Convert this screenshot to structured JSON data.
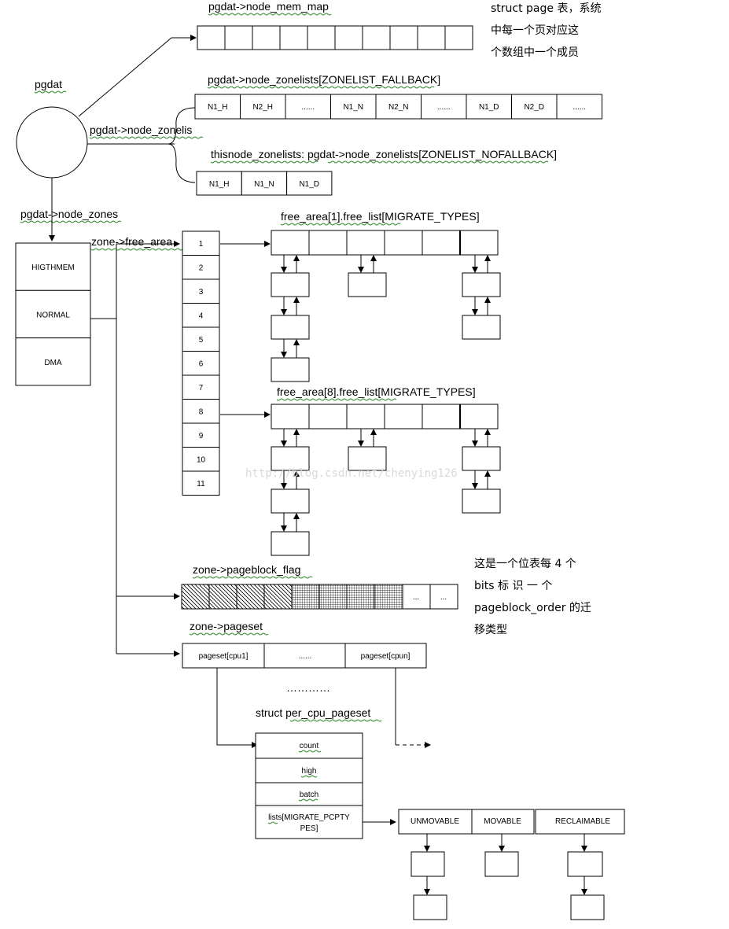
{
  "pgdat_label": "pgdat",
  "node_mem_map_label": "pgdat->node_mem_map",
  "struct_page_note": "struct page 表，系统\n中每一个页对应这\n个数组中一个成员",
  "node_zonelists_label": "pgdat->node_zonelis",
  "zonelist_fallback_label": "pgdat->node_zonelists[ZONELIST_FALLBACK]",
  "zonelist_fallback_cells": [
    "N1_H",
    "N2_H",
    "......",
    "N1_N",
    "N2_N",
    "......",
    "N1_D",
    "N2_D",
    "......"
  ],
  "zonelist_nofallback_label": "thisnode_zonelists:   pgdat->node_zonelists[ZONELIST_NOFALLBACK]",
  "zonelist_nofallback_cells": [
    "N1_H",
    "N1_N",
    "N1_D"
  ],
  "node_zones_label": "pgdat->node_zones",
  "zones": [
    "HIGTHMEM",
    "NORMAL",
    "DMA"
  ],
  "free_area_label": "zone->free_area",
  "free_area_orders": [
    "1",
    "2",
    "3",
    "4",
    "5",
    "6",
    "7",
    "8",
    "9",
    "10",
    "11"
  ],
  "free_list_1_label": "free_area[1].free_list[MIGRATE_TYPES]",
  "free_list_8_label": "free_area[8].free_list[MIGRATE_TYPES]",
  "watermark": "http://blog.csdn.net/chenying126",
  "pageblock_flag_label": "zone->pageblock_flag",
  "pageblock_flag_cells": [
    "...",
    "..."
  ],
  "pageblock_note": "这是一个位表每 4 个\nbits  标 识 一 个\npageblock_order 的迁\n移类型",
  "pageset_label": "zone->pageset",
  "pageset_cells": [
    "pageset[cpu1]",
    "......",
    "pageset[cpun]"
  ],
  "pageset_ellipsis": "…………",
  "per_cpu_pageset_title": "struct per_cpu_pageset",
  "per_cpu_fields": [
    "count",
    "high",
    "batch",
    "lists[MIGRATE_PCPTY",
    "PES]"
  ],
  "migrate_lists": [
    "UNMOVABLE",
    "MOVABLE",
    "RECLAIMABLE"
  ]
}
